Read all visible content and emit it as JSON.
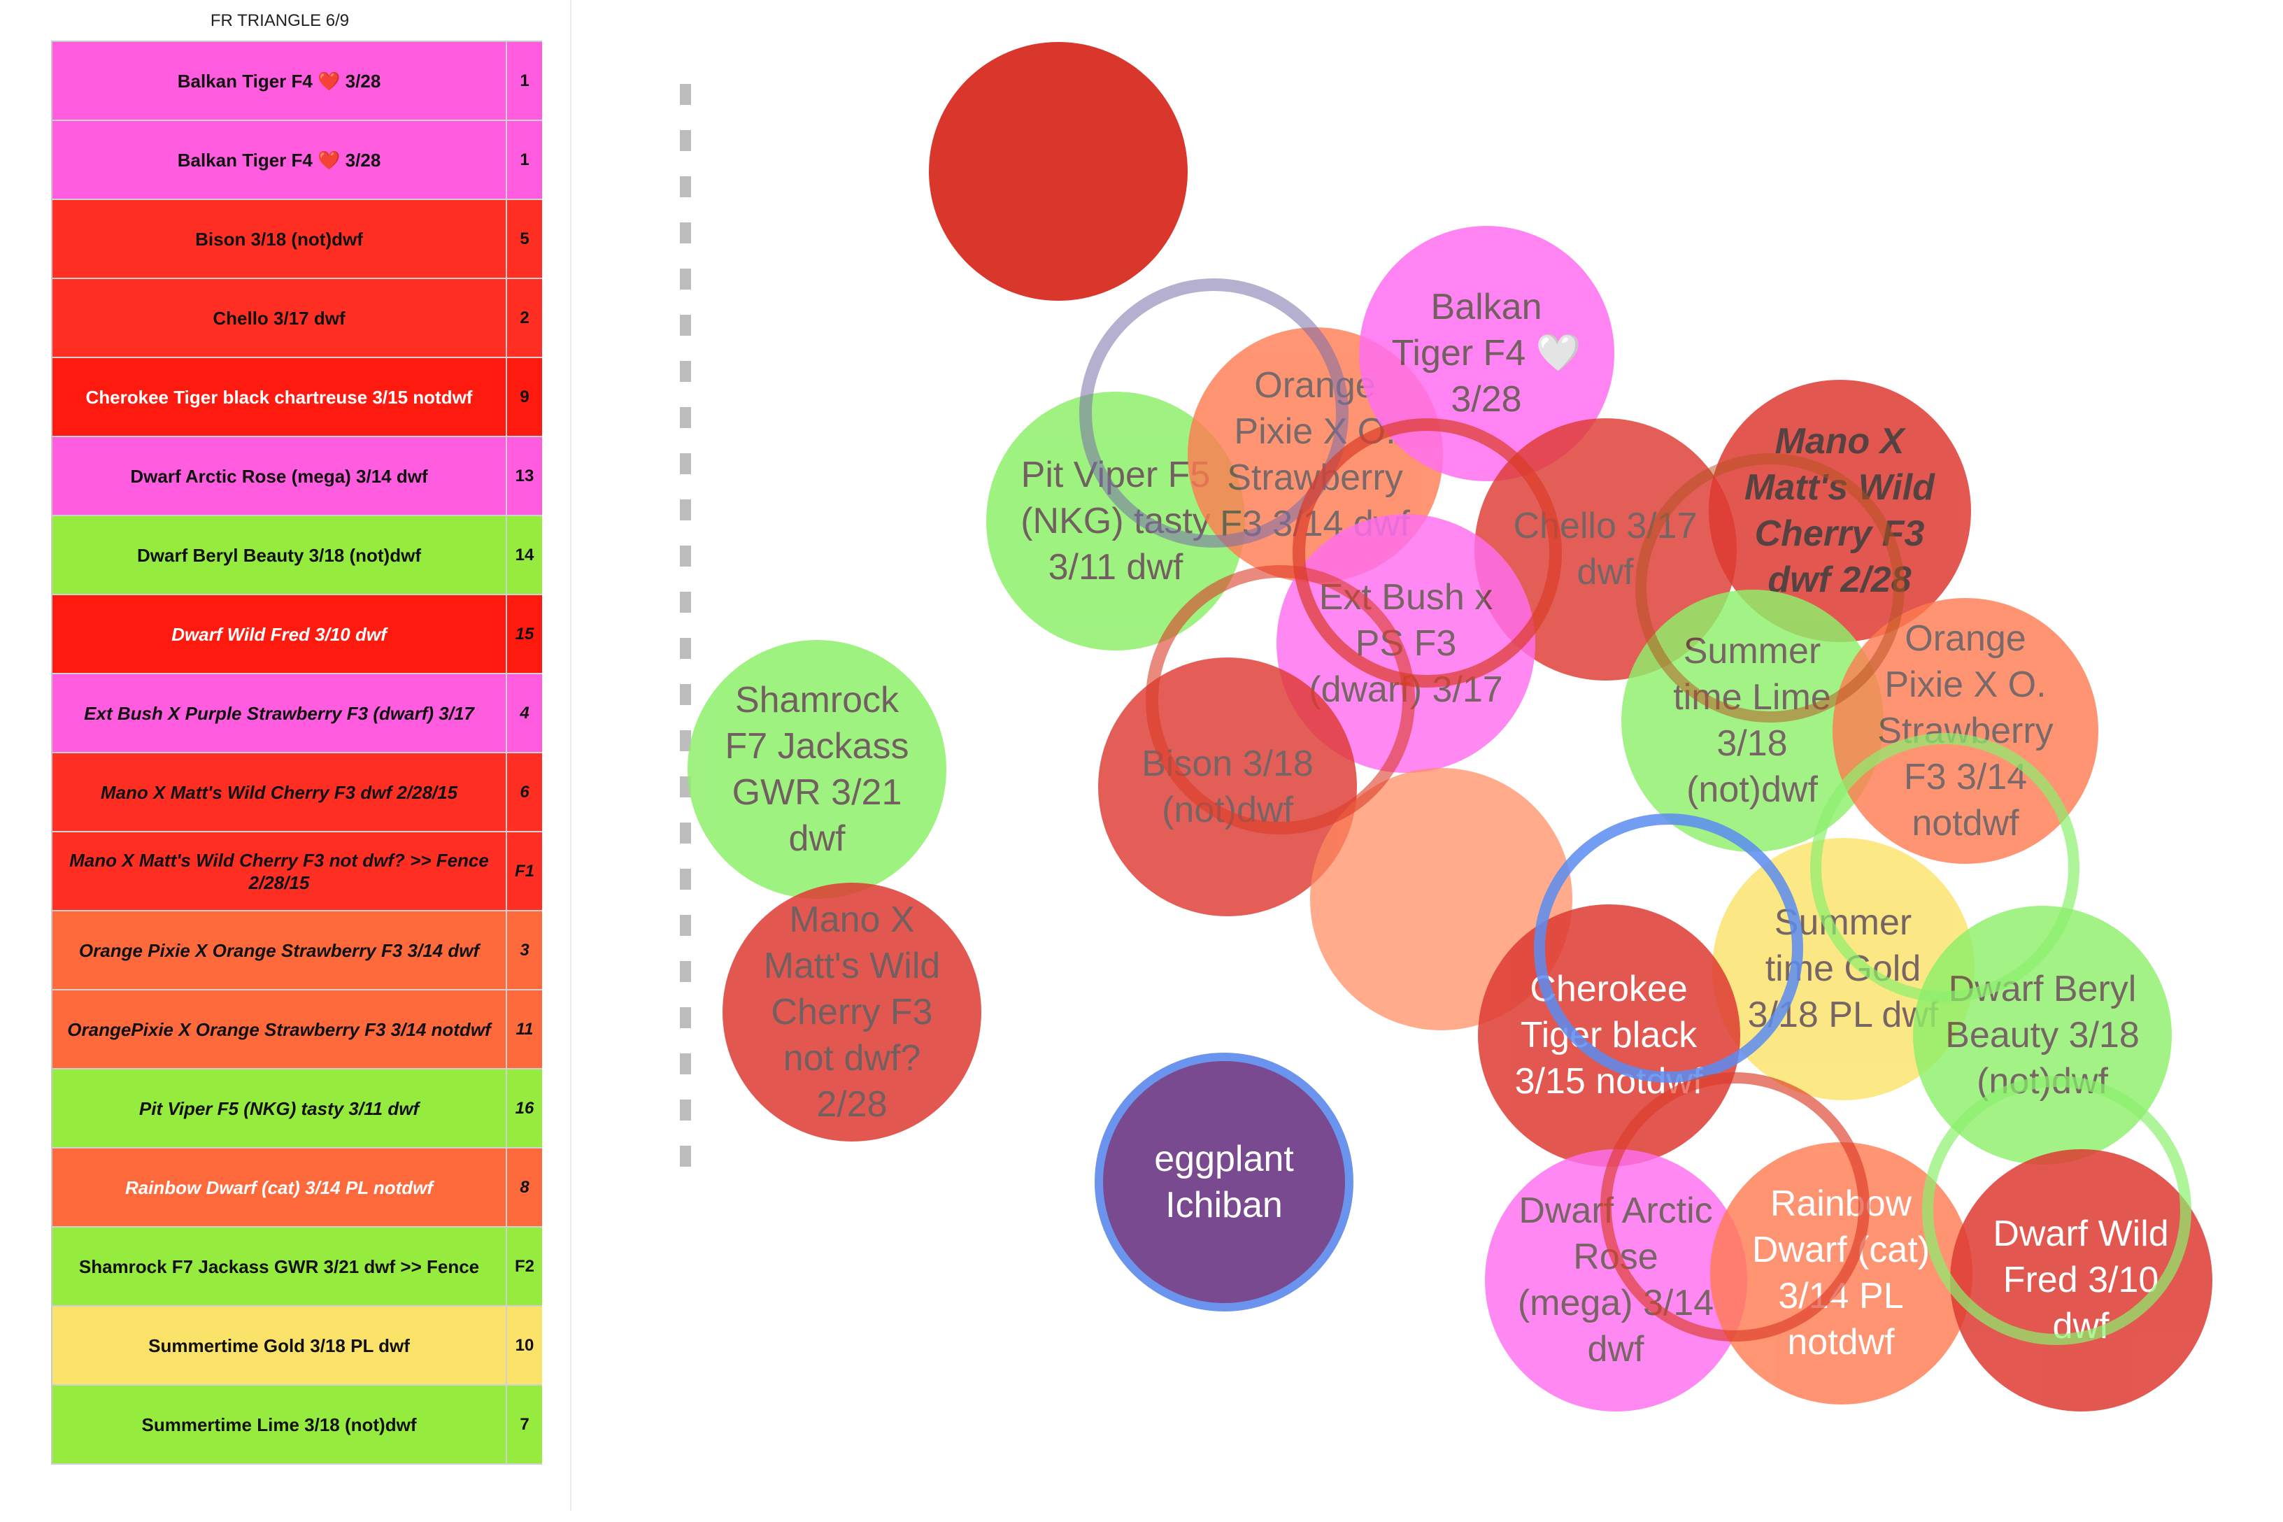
{
  "table": {
    "title": "FR TRIANGLE 6/9",
    "rows": [
      {
        "name": "Balkan Tiger F4 ❤️ 3/28",
        "num": "1",
        "color": "#ff5ce0",
        "italic": false,
        "white": false
      },
      {
        "name": "Balkan Tiger F4 ❤️ 3/28",
        "num": "1",
        "color": "#ff5ce0",
        "italic": false,
        "white": false
      },
      {
        "name": "Bison 3/18 (not)dwf",
        "num": "5",
        "color": "#ff2f24",
        "italic": false,
        "white": false
      },
      {
        "name": "Chello 3/17 dwf",
        "num": "2",
        "color": "#ff2f24",
        "italic": false,
        "white": false
      },
      {
        "name": "Cherokee Tiger black chartreuse 3/15 notdwf",
        "num": "9",
        "color": "#ff1a0f",
        "italic": false,
        "white": true
      },
      {
        "name": "Dwarf Arctic Rose (mega) 3/14 dwf",
        "num": "13",
        "color": "#ff5ce0",
        "italic": false,
        "white": false
      },
      {
        "name": "Dwarf Beryl Beauty 3/18 (not)dwf",
        "num": "14",
        "color": "#96ec3e",
        "italic": false,
        "white": false
      },
      {
        "name": "Dwarf Wild Fred 3/10 dwf",
        "num": "15",
        "color": "#ff1a0f",
        "italic": true,
        "white": true
      },
      {
        "name": "Ext Bush X Purple Strawberry F3 (dwarf) 3/17",
        "num": "4",
        "color": "#ff5ce0",
        "italic": true,
        "white": false
      },
      {
        "name": "Mano X Matt's Wild Cherry F3 dwf 2/28/15",
        "num": "6",
        "color": "#ff2f24",
        "italic": true,
        "white": false
      },
      {
        "name": "Mano X Matt's Wild Cherry F3 not dwf? >> Fence 2/28/15",
        "num": "F1",
        "color": "#ff2f24",
        "italic": true,
        "white": false
      },
      {
        "name": "Orange Pixie X Orange Strawberry F3 3/14 dwf",
        "num": "3",
        "color": "#ff6a3d",
        "italic": true,
        "white": false
      },
      {
        "name": "OrangePixie X Orange Strawberry F3 3/14 notdwf",
        "num": "11",
        "color": "#ff6a3d",
        "italic": true,
        "white": false
      },
      {
        "name": "Pit Viper F5 (NKG) tasty 3/11 dwf",
        "num": "16",
        "color": "#96ec3e",
        "italic": true,
        "white": false
      },
      {
        "name": "Rainbow Dwarf (cat) 3/14 PL notdwf",
        "num": "8",
        "color": "#ff6a3d",
        "italic": true,
        "white": true
      },
      {
        "name": "Shamrock F7 Jackass GWR 3/21 dwf >> Fence",
        "num": "F2",
        "color": "#96ec3e",
        "italic": false,
        "white": false
      },
      {
        "name": "Summertime Gold 3/18 PL dwf",
        "num": "10",
        "color": "#fbe36a",
        "italic": false,
        "white": false
      },
      {
        "name": "Summertime Lime 3/18 (not)dwf",
        "num": "7",
        "color": "#96ec3e",
        "italic": false,
        "white": false
      }
    ]
  },
  "bubbles": [
    {
      "id": "unlabeled-red-top",
      "label": "",
      "color": "#d9362c"
    },
    {
      "id": "pit-viper",
      "label": "Pit Viper F5 (NKG) tasty 3/11 dwf",
      "color": "#8ef06b"
    },
    {
      "id": "orange-pixie-dwf",
      "label": "Orange Pixie X O. Strawberry F3 3/14 dwf",
      "color": "#ff7a50"
    },
    {
      "id": "balkan-tiger",
      "label": "Balkan Tiger F4 🤍 3/28",
      "color": "#ff6ef0"
    },
    {
      "id": "chello",
      "label": "Chello 3/17 dwf",
      "color": "#de3b32"
    },
    {
      "id": "mano-dwf",
      "label": "Mano X Matt's Wild Cherry F3 dwf 2/28",
      "color": "#de3b32"
    },
    {
      "id": "ext-bush",
      "label": "Ext Bush x PS F3 (dwarf) 3/17",
      "color": "#ff6ef0"
    },
    {
      "id": "summer-lime",
      "label": "Summer time Lime 3/18 (not)dwf",
      "color": "#8ef06b"
    },
    {
      "id": "orange-pixie-notdwf",
      "label": "Orange Pixie X O. Strawberry F3 3/14 notdwf",
      "color": "#ff7a50"
    },
    {
      "id": "shamrock",
      "label": "Shamrock F7 Jackass GWR 3/21 dwf",
      "color": "#8ef06b"
    },
    {
      "id": "bison",
      "label": "Bison 3/18 (not)dwf",
      "color": "#de3b32"
    },
    {
      "id": "unlabeled-orange-mid",
      "label": "",
      "color": "#ff8a60"
    },
    {
      "id": "mano-notdwf",
      "label": "Mano X Matt's Wild Cherry F3 not dwf? 2/28",
      "color": "#de3b32"
    },
    {
      "id": "summer-gold",
      "label": "Summer time Gold 3/18 PL dwf",
      "color": "#fbe36a"
    },
    {
      "id": "beryl-beauty",
      "label": "Dwarf Beryl Beauty 3/18 (not)dwf",
      "color": "#8ef06b"
    },
    {
      "id": "cherokee",
      "label": "Cherokee Tiger black 3/15 notdwf",
      "color": "#de3b32"
    },
    {
      "id": "eggplant",
      "label": "eggplant Ichiban",
      "color": "#7a4a90"
    },
    {
      "id": "arctic-rose",
      "label": "Dwarf Arctic Rose (mega) 3/14 dwf",
      "color": "#ff6ef0"
    },
    {
      "id": "rainbow-dwarf",
      "label": "Rainbow Dwarf (cat) 3/14 PL notdwf",
      "color": "#ff7a50"
    },
    {
      "id": "wild-fred",
      "label": "Dwarf Wild Fred 3/10 dwf",
      "color": "#de3b32"
    }
  ]
}
